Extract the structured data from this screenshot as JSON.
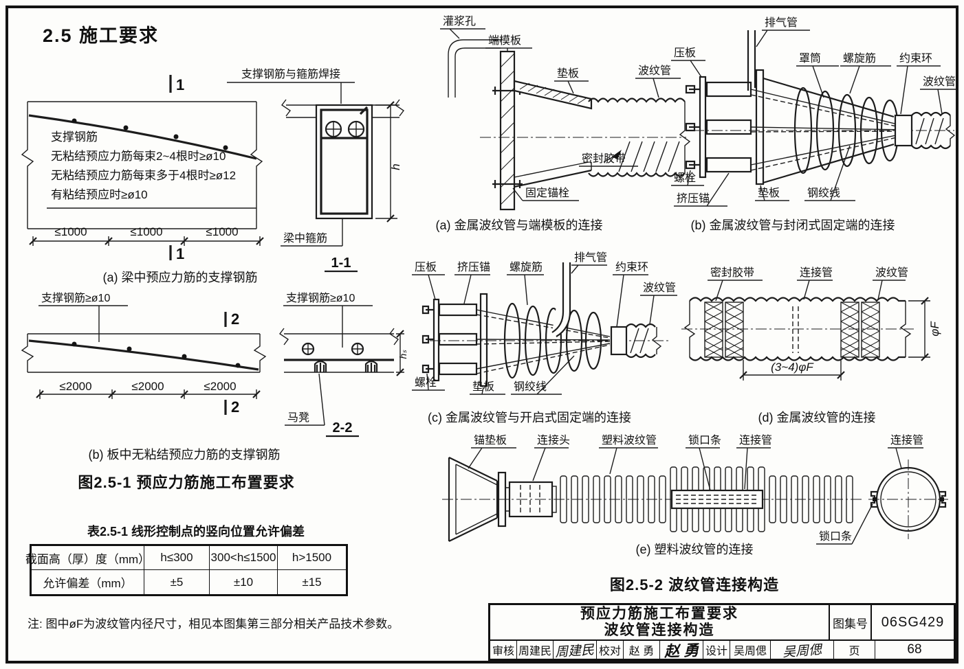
{
  "page": {
    "heading": "2.5 施工要求",
    "note": "注: 图中øF为波纹管内径尺寸，相见本图集第三部分相关产品技术参数。"
  },
  "fig1": {
    "title": "图2.5-1 预应力筋施工布置要求",
    "beam": {
      "caption": "(a) 梁中预应力筋的支撑钢筋",
      "weld_label": "支撑钢筋与箍筋焊接",
      "rules": [
        "支撑钢筋",
        "无粘结预应力筋每束2~4根时≥ø10",
        "无粘结预应力筋每束多于4根时≥ø12",
        "有粘结预应时≥ø10"
      ],
      "dims": [
        "≤1000",
        "≤1000",
        "≤1000"
      ],
      "cut_mark_top": "1",
      "cut_mark_bottom": "1",
      "section_label": "1-1",
      "stirrup_label": "梁中箍筋",
      "height_dim": "h"
    },
    "slab": {
      "caption": "(b) 板中无粘结预应力筋的支撑钢筋",
      "support_left": "支撑钢筋≥ø10",
      "support_right": "支撑钢筋≥ø10",
      "dims": [
        "≤2000",
        "≤2000",
        "≤2000"
      ],
      "cut_mark_top": "2",
      "cut_mark_bottom": "2",
      "section_label": "2-2",
      "chair_label": "马凳",
      "height_dim": "hₛ"
    }
  },
  "table1": {
    "title": "表2.5-1 线形控制点的竖向位置允许偏差",
    "header": [
      "截面高（厚）度（mm）",
      "h≤300",
      "300<h≤1500",
      "h>1500"
    ],
    "row": [
      "允许偏差（mm）",
      "±5",
      "±10",
      "±15"
    ]
  },
  "fig2": {
    "title": "图2.5-2 波纹管连接构造",
    "a": {
      "caption": "(a) 金属波纹管与端模板的连接",
      "grout_hole": "灌浆孔",
      "end_form": "端模板",
      "pad": "垫板",
      "duct": "波纹管",
      "seal_tape": "密封胶带",
      "fix_bolt": "固定锚栓"
    },
    "b": {
      "caption": "(b) 金属波纹管与封闭式固定端的连接",
      "vent": "排气管",
      "press_plate": "压板",
      "cover": "罩筒",
      "spiral": "螺旋筋",
      "ring": "约束环",
      "duct": "波纹管",
      "bolt": "螺栓",
      "anchor": "挤压锚",
      "pad": "垫板",
      "strand": "钢绞线"
    },
    "c": {
      "caption": "(c) 金属波纹管与开启式固定端的连接",
      "vent": "排气管",
      "press_plate": "压板",
      "anchor": "挤压锚",
      "spiral": "螺旋筋",
      "ring": "约束环",
      "duct": "波纹管",
      "bolt": "螺栓",
      "pad": "垫板",
      "strand": "钢绞线"
    },
    "d": {
      "caption": "(d) 金属波纹管的连接",
      "seal_tape": "密封胶带",
      "coupler": "连接管",
      "duct": "波纹管",
      "dia": "φF",
      "length": "(3~4)φF"
    },
    "e": {
      "caption": "(e) 塑料波纹管的连接",
      "anchor_plate": "锚垫板",
      "joint": "连接头",
      "plastic_duct": "塑料波纹管",
      "lock_strip": "锁口条",
      "coupler": "连接管",
      "coupler_end": "连接管",
      "lock_strip_end": "锁口条"
    }
  },
  "titleblock": {
    "title_line1": "预应力筋施工布置要求",
    "title_line2": "波纹管连接构造",
    "atlas_label": "图集号",
    "atlas_no": "06SG429",
    "page_label": "页",
    "page_no": "68",
    "reviewer_label": "审核",
    "reviewer_name": "周建民",
    "reviewer_sig": "周建民",
    "checker_label": "校对",
    "checker_name": "赵 勇",
    "checker_sig": "赵 勇",
    "designer_label": "设计",
    "designer_name": "吴周偲",
    "designer_sig": "吴周偲"
  }
}
